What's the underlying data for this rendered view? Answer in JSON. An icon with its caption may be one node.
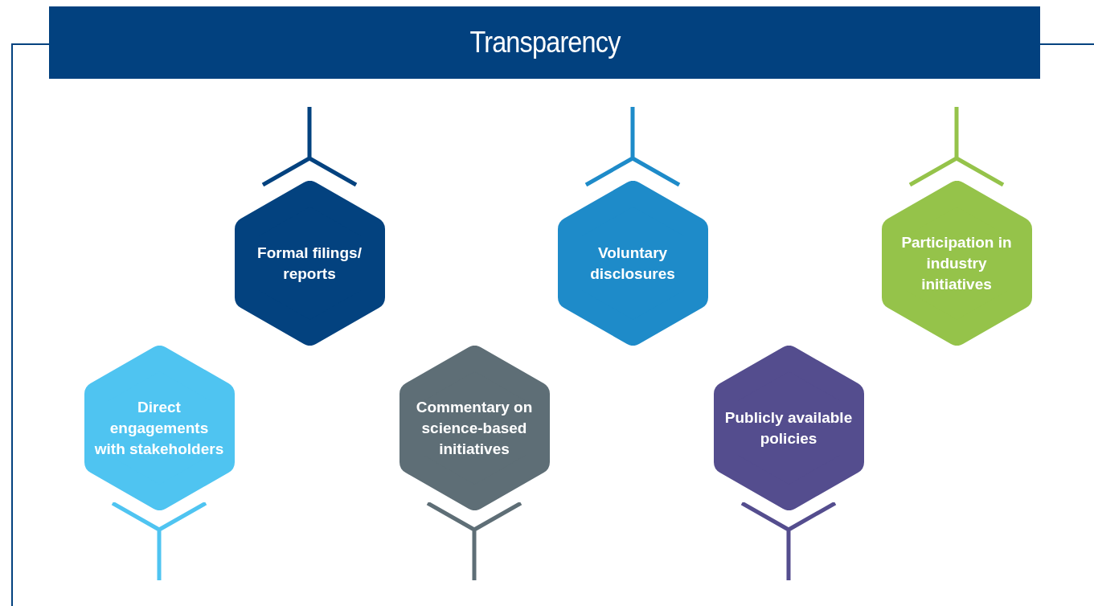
{
  "diagram": {
    "title": "Transparency",
    "nodes": [
      {
        "text": [
          "Formal filings/ reports"
        ]
      },
      {
        "text": [
          "Voluntary disclosures"
        ]
      },
      {
        "text": [
          "Participation in industry initiatives"
        ]
      },
      {
        "text": [
          "Direct engagements with stakeholders"
        ]
      },
      {
        "text": [
          "Commentary on science-based initiatives"
        ]
      },
      {
        "text": [
          "Publicly available policies"
        ]
      }
    ]
  }
}
